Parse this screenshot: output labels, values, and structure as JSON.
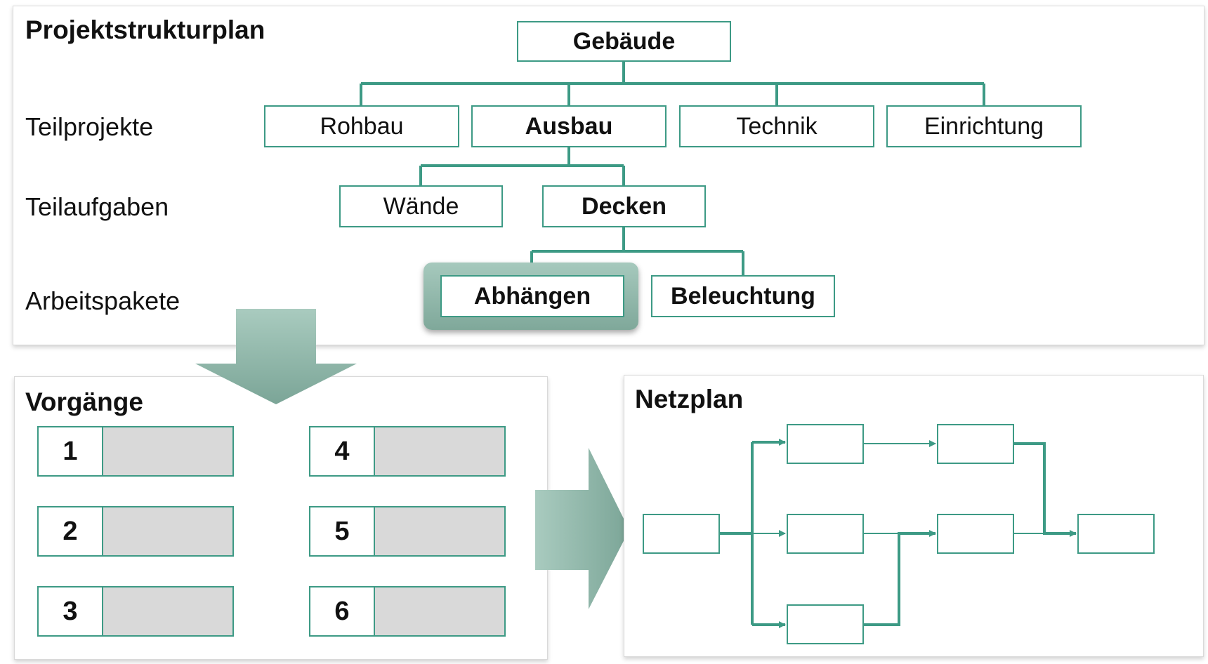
{
  "wbs": {
    "title": "Projektstrukturplan",
    "levels": [
      "Teilprojekte",
      "Teilaufgaben",
      "Arbeitspakete"
    ],
    "root": "Gebäude",
    "teilprojekte": [
      "Rohbau",
      "Ausbau",
      "Technik",
      "Einrichtung"
    ],
    "teilaufgaben": [
      "Wände",
      "Decken"
    ],
    "arbeitspakete": [
      "Abhängen",
      "Beleuchtung"
    ]
  },
  "vorgaenge": {
    "title": "Vorgänge",
    "items": [
      "1",
      "2",
      "3",
      "4",
      "5",
      "6"
    ]
  },
  "netzplan": {
    "title": "Netzplan"
  },
  "colors": {
    "accent": "#3d9a85",
    "arrow": "#8fb5a8",
    "fill": "#d9d9d9"
  }
}
